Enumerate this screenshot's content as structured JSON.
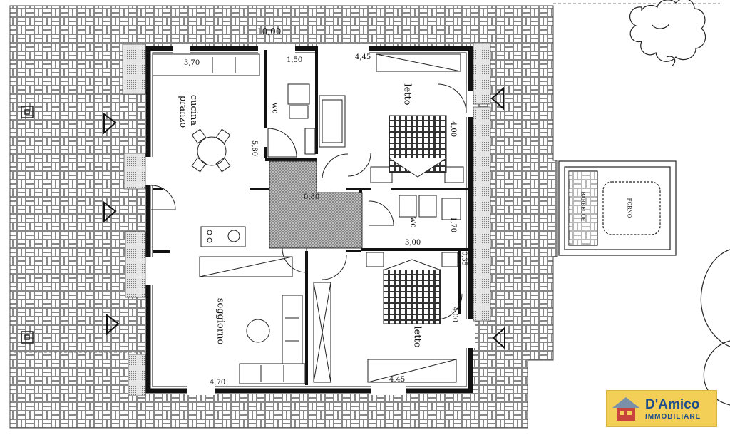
{
  "rooms": {
    "cucina": "cucina",
    "pranzo": "pranzo",
    "wc_top": "wc",
    "wc_mid": "wc",
    "letto_top": "letto",
    "letto_bottom": "letto",
    "soggiorno": "soggiorno",
    "barbecue": "BARBECUE",
    "forno": "FORNO"
  },
  "dimensions": {
    "overall_width": "10,00",
    "kitchen_width": "3,70",
    "wc_width": "1,50",
    "bedroom_top_width": "4,45",
    "kitchen_depth": "5,80",
    "bedroom_top_depth": "4,00",
    "hall_width": "0,80",
    "wc_mid_depth": "1,70",
    "wc_mid_width": "3,00",
    "closet_depth": "0,35",
    "bedroom_bottom_depth": "4,00",
    "living_width": "4,70",
    "bedroom_bottom_width": "4,45"
  },
  "logo": {
    "brand": "D'Amico",
    "sub": "IMMOBILIARE"
  }
}
